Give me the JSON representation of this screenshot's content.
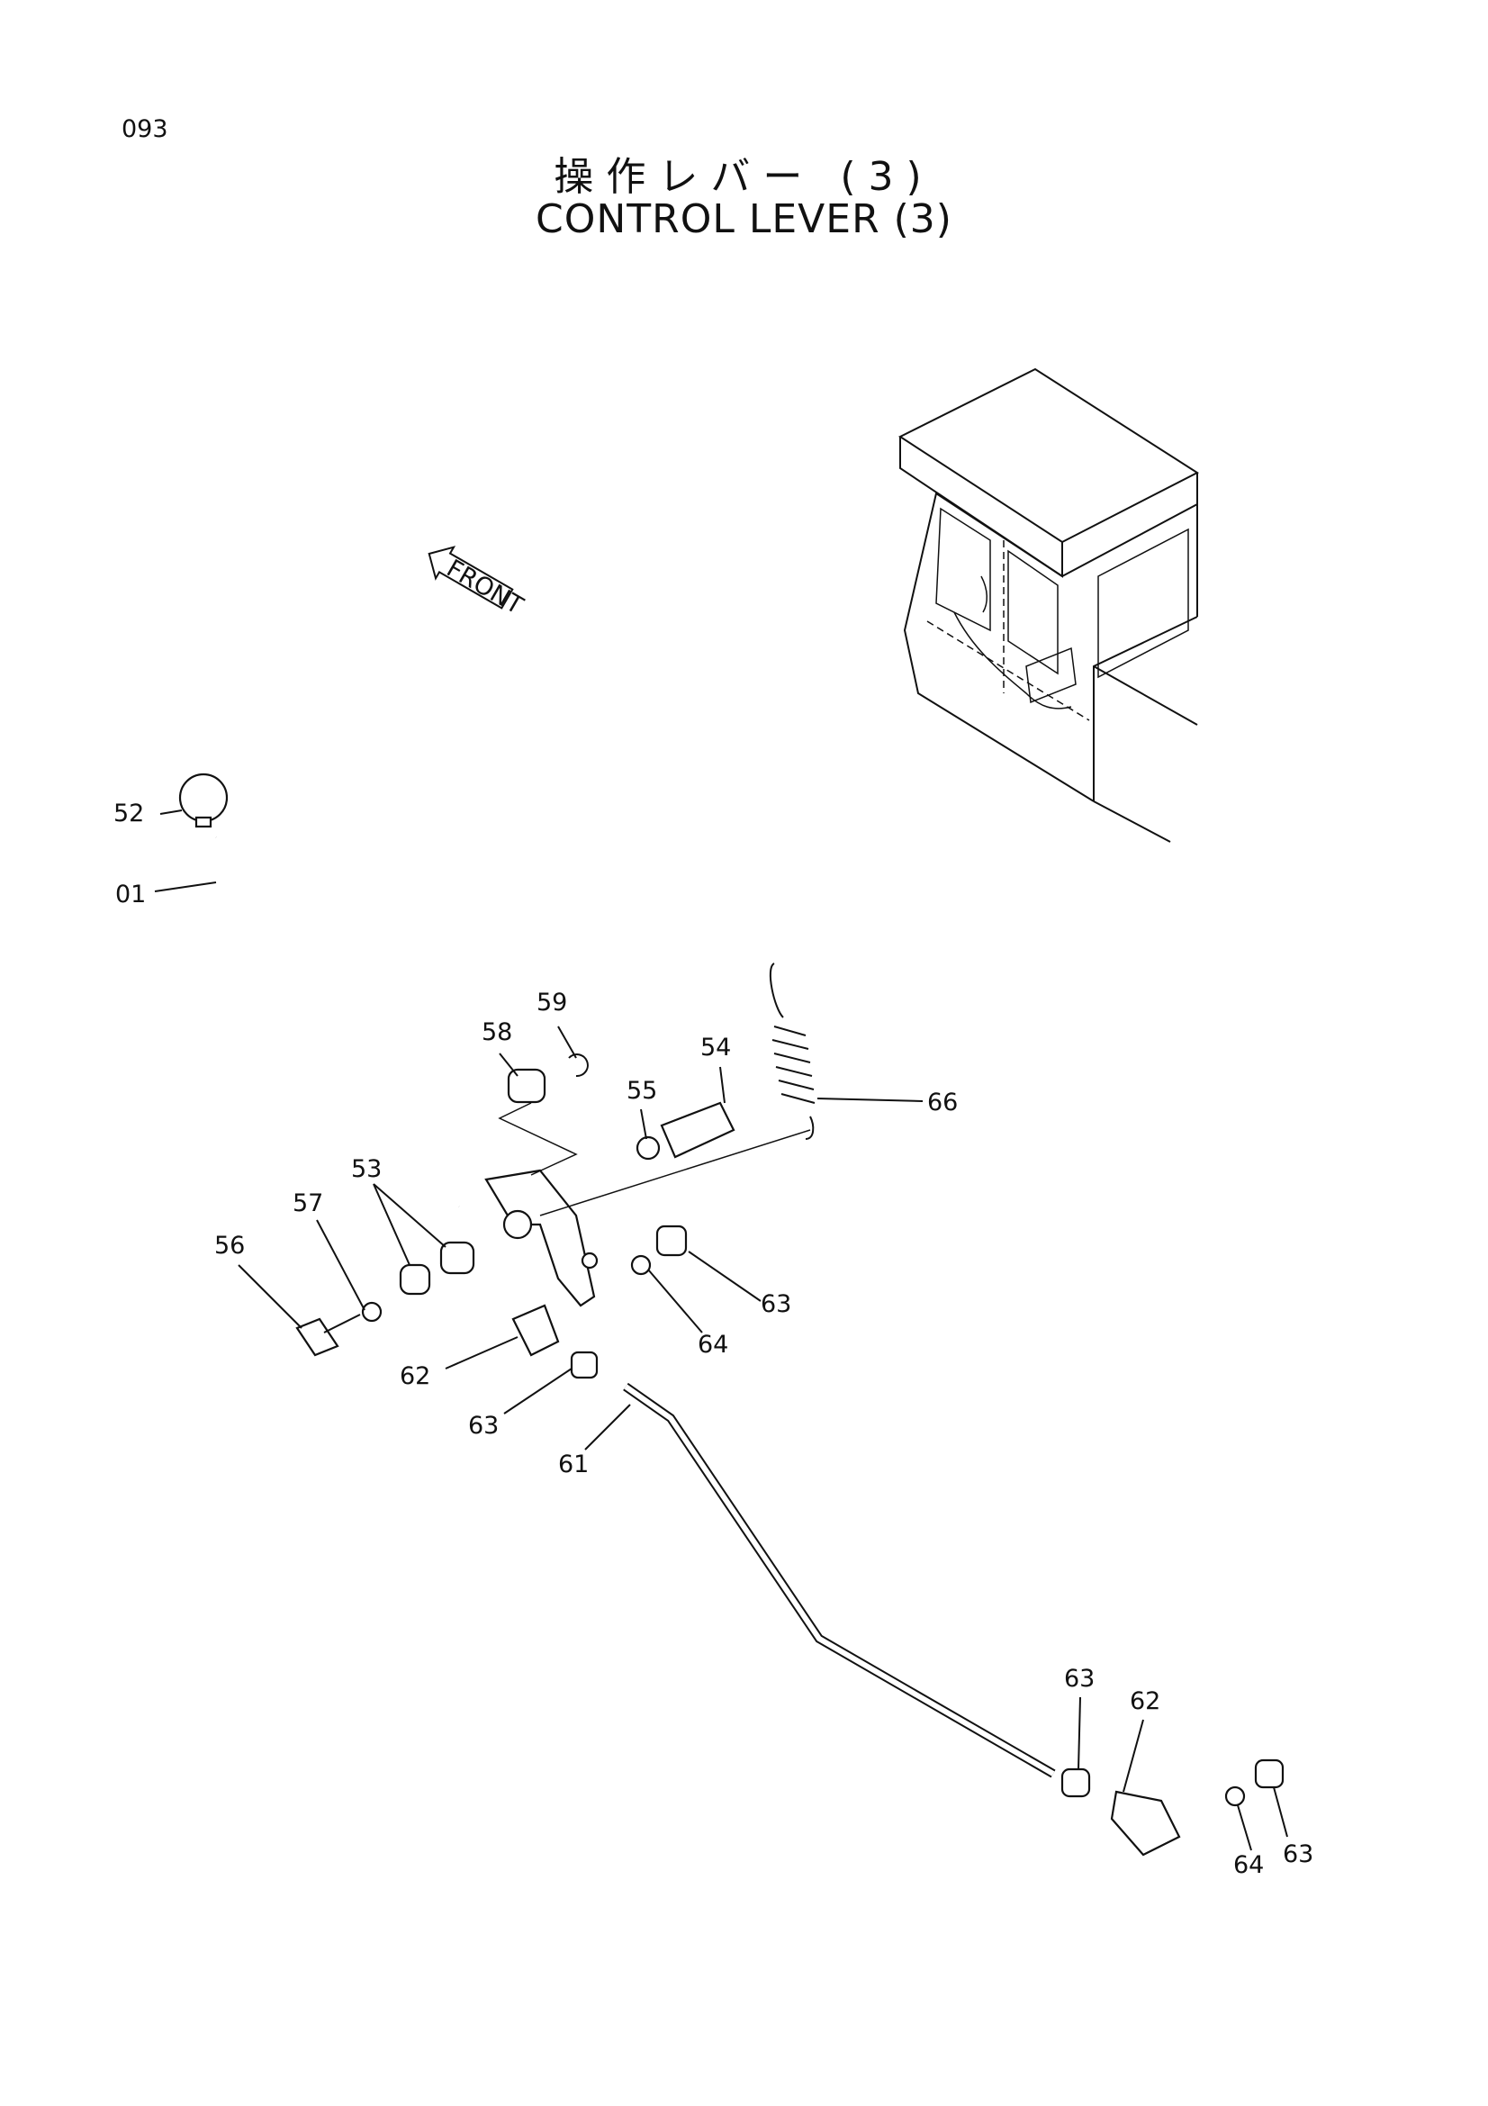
{
  "page": {
    "number": "093"
  },
  "title": {
    "japanese": "操作レバー (3)",
    "english": "CONTROL LEVER (3)"
  },
  "front_arrow": {
    "text": "FRONT"
  },
  "callouts": [
    {
      "id": "c52",
      "text": "52"
    },
    {
      "id": "c01",
      "text": "01"
    },
    {
      "id": "c59",
      "text": "59"
    },
    {
      "id": "c58",
      "text": "58"
    },
    {
      "id": "c54",
      "text": "54"
    },
    {
      "id": "c55",
      "text": "55"
    },
    {
      "id": "c66",
      "text": "66"
    },
    {
      "id": "c53",
      "text": "53"
    },
    {
      "id": "c57",
      "text": "57"
    },
    {
      "id": "c56",
      "text": "56"
    },
    {
      "id": "c63a",
      "text": "63"
    },
    {
      "id": "c64a",
      "text": "64"
    },
    {
      "id": "c62a",
      "text": "62"
    },
    {
      "id": "c63b",
      "text": "63"
    },
    {
      "id": "c61",
      "text": "61"
    },
    {
      "id": "c63c",
      "text": "63"
    },
    {
      "id": "c62b",
      "text": "62"
    },
    {
      "id": "c64b",
      "text": "64"
    },
    {
      "id": "c63d",
      "text": "63"
    }
  ]
}
